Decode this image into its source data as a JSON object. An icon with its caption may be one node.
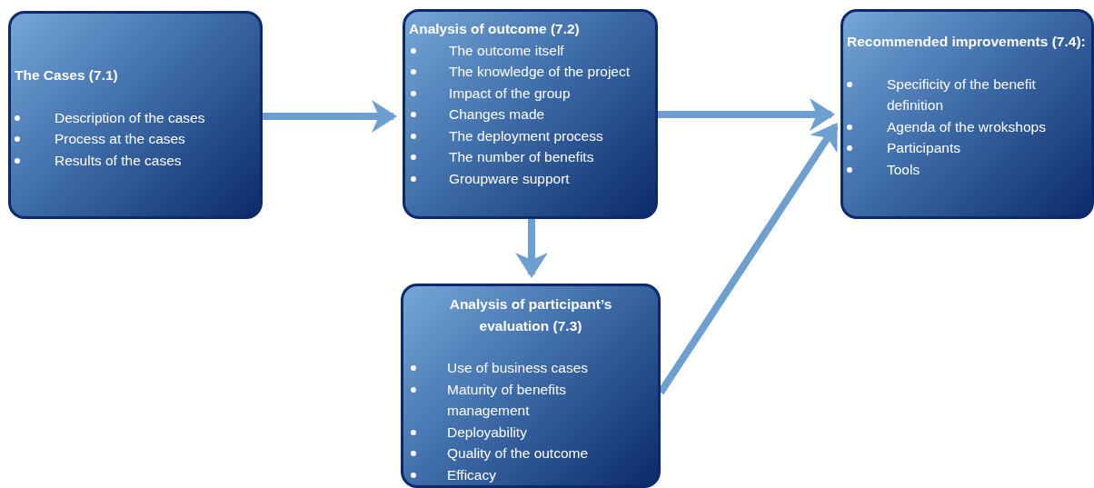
{
  "diagram": {
    "nodes": [
      {
        "text": [
          "The Cases (7.1)",
          "Description of the cases",
          "Process at the cases",
          "Results of the cases"
        ]
      },
      {
        "text": [
          "Analysis of outcome (7.2)",
          "The outcome itself",
          "The knowledge of the project",
          "Impact of the group",
          "Changes made",
          "The deployment process",
          "The number of benefits",
          "Groupware support"
        ]
      },
      {
        "text": [
          "**Recommended improvements (7.4)**:",
          "Specificity of the benefit definition",
          "Agenda of the wrokshops",
          "Participants",
          "Tools"
        ]
      },
      {
        "text": [
          "Analysis of participant’s evaluation (7.3)",
          "Use of business cases",
          "Maturity of benefits management",
          "Deployability",
          "Quality of the outcome",
          "Efficacy"
        ]
      }
    ],
    "edges": [
      {
        "from": 0,
        "to": 1,
        "arrow": "to"
      },
      {
        "from": 1,
        "to": 2,
        "arrow": "to"
      },
      {
        "from": 1,
        "to": 3,
        "arrow": "to"
      },
      {
        "from": 3,
        "to": 2,
        "arrow": "to"
      }
    ]
  }
}
